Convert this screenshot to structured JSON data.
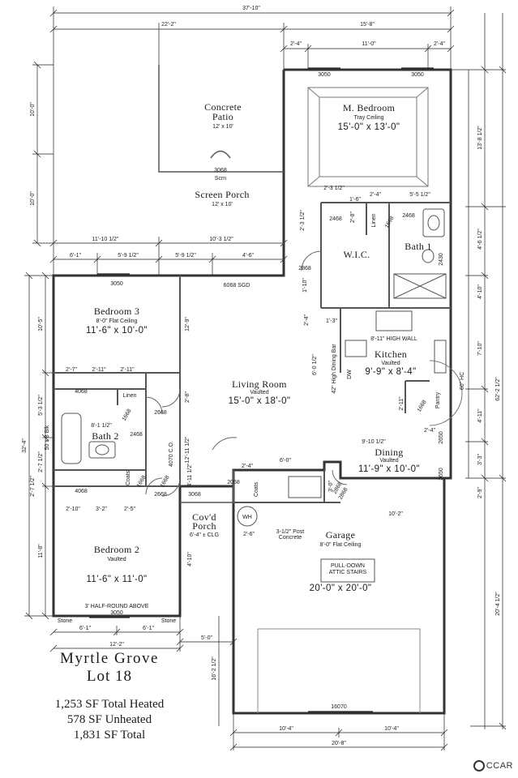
{
  "dimensions": {
    "overall_width": "37'-10\"",
    "left_width": "22'-2\"",
    "right_width": "15'-8\"",
    "top_seg_a": "2'-4\"",
    "top_seg_b": "11'-0\"",
    "top_seg_c": "2'-4\"",
    "right_top": "13'-8 1/2\"",
    "right_mid": "4'-6 1/2\"",
    "right_mid2": "4'-10\"",
    "right_kitchen": "7'-10\"",
    "right_dining": "4'-11\"",
    "right_dining2": "3'-3\"",
    "right_total": "62'-2 1/2\"",
    "right_bottom": "20'-4 1/2\"",
    "right_stair": "2'-9\"",
    "left_patio": "10'-0\"",
    "left_porch": "10'-0\"",
    "mid_a": "11'-10 1/2\"",
    "mid_b": "10'-3 1/2\"",
    "mid_c": "6'-1\"",
    "mid_d": "5'-9 1/2\"",
    "mid_e": "5'-9 1/2\"",
    "mid_f": "4'-6\"",
    "left_bed3": "10'-5\"",
    "left_total": "32'-4\"",
    "left_bath": "5'-3 1/2\"",
    "left_closet": "2'-7 1/2\"",
    "left_bed2": "11'-8\"",
    "bottom_a": "6'-1\"",
    "bottom_b": "6'-1\"",
    "bottom_total": "12'-2\"",
    "porch_w": "5'-0\"",
    "garage_left": "16'-2 1/2\"",
    "garage_bottom_a": "10'-4\"",
    "garage_bottom_b": "10'-4\"",
    "garage_bottom_total": "20'-8\"",
    "hall_a": "12'-9\"",
    "hall_b": "2'-8\"",
    "hall_c": "12'-11 1/2\"",
    "bed3_closet_a": "2'-7\"",
    "bed3_closet_b": "2'-11\"",
    "bed3_closet_c": "2'-11\"",
    "bed2_closet_a": "2'-10\"",
    "bed2_closet_b": "3'-2\"",
    "bed2_closet_c": "2'-5\"",
    "bath2_w": "8'-1 1/2\"",
    "bath2_blk": "50 x 8 Blk",
    "wic_a": "2'-3 1/2\"",
    "wic_b": "2'-8\"",
    "wic_c": "1'-6\"",
    "wic_d": "2'-4\"",
    "wic_e": "5'-5 1/2\"",
    "wic_f": "2'-3 1/2\"",
    "wic_g": "1'-10\"",
    "wic_h": "1'-3\"",
    "kitchen_a": "2'-4\"",
    "kitchen_b": "6'-0 1/2\"",
    "dining_a": "9'-10 1/2\"",
    "dining_b": "2'-4\"",
    "dining_c": "2'-11\"",
    "laundry_a": "6'-0\"",
    "laundry_b": "2'-4\"",
    "laundry_c": "3'-0\"",
    "garage_top": "10'-2\"",
    "porch_a": "2'-6\"",
    "porch_b": "4'-11 1/2\"",
    "porch_c": "4'-10\"",
    "dining_vert": "2'-7 1/2\""
  },
  "openings": {
    "mb_window_l": "3050",
    "mb_window_r": "3050",
    "screen_door": "3068",
    "screen_door_sub": "Scrn",
    "sgd": "6068 SGD",
    "bed3_window": "3050",
    "bed3_closet": "4068",
    "bed2_closet": "4068",
    "bed2_window": "3050",
    "bed3_door": "2668",
    "bed2_door": "2668",
    "bath2_door": "2468",
    "bath2_linen_door": "1668",
    "coats_door": "1668",
    "porch_door": "2068",
    "entry_door": "3068",
    "hall_clo": "4070 C.O.",
    "wic_door": "2868",
    "mb_closet_door": "2468",
    "mb_bath_door": "2468",
    "bath1_door": "2430",
    "wic_linen_door": "1668",
    "laundry_door": "2868",
    "pantry_door": "1668",
    "dining_door": "2650",
    "dining_door2": "2650",
    "garage_door": "16070",
    "hall_door": "2868",
    "bath1_linen": "1668",
    "hc": "60\" HC"
  },
  "rooms": {
    "patio_line1": "Concrete",
    "patio_line2": "Patio",
    "patio_size": "12' x 10'",
    "screen_porch": "Screen Porch",
    "screen_porch_size": "12' x 10'",
    "master_name": "M. Bedroom",
    "master_sub": "Tray Ceiling",
    "master_size": "15'-0\" x 13'-0\"",
    "wic": "W.I.C.",
    "bath1": "Bath 1",
    "linen_a": "Linen",
    "bed3_name": "Bedroom 3",
    "bed3_sub": "8'-0\" Flat Ceiling",
    "bed3_size": "11'-6\" x 10'-0\"",
    "bath2": "Bath 2",
    "linen_b": "Linen",
    "coats_a": "Coats",
    "coats_b": "Coats",
    "living_name": "Living Room",
    "living_sub": "Vaulted",
    "living_size": "15'-0\" x 18'-0\"",
    "kitchen_name": "Kitchen",
    "kitchen_sub": "Vaulted",
    "kitchen_size": "9'-9\" x 8'-4\"",
    "kitchen_wall": "8'-11\" HIGH WALL",
    "dining_name": "Dining",
    "dining_sub": "Vaulted",
    "dining_size": "11'-9\" x 10'-0\"",
    "pantry": "Pantry",
    "dw": "DW",
    "bar": "42\" High Dining Bar",
    "covd_line1": "Cov'd",
    "covd_line2": "Porch",
    "covd_size": "6'-4\" ± CLG",
    "wh": "WH",
    "post": "3-1/2\" Post",
    "concrete": "Concrete",
    "garage_name": "Garage",
    "garage_sub": "8'-0\" Flat Ceiling",
    "garage_stairs_1": "PULL-DOWN",
    "garage_stairs_2": "ATTIC STAIRS",
    "garage_size": "20'-0\" x 20'-0\"",
    "bed2_name": "Bedroom 2",
    "bed2_sub": "Vaulted",
    "bed2_size": "11'-6\" x 11'-0\"",
    "half_round": "3' HALF-ROUND ABOVE",
    "stone_l": "Stone",
    "stone_r": "Stone"
  },
  "title": {
    "name": "Myrtle Grove",
    "lot": "Lot 18"
  },
  "stats": {
    "heated": "1,253 SF Total Heated",
    "unheated": "578 SF Unheated",
    "total": "1,831 SF Total"
  },
  "watermark": "CCAR"
}
